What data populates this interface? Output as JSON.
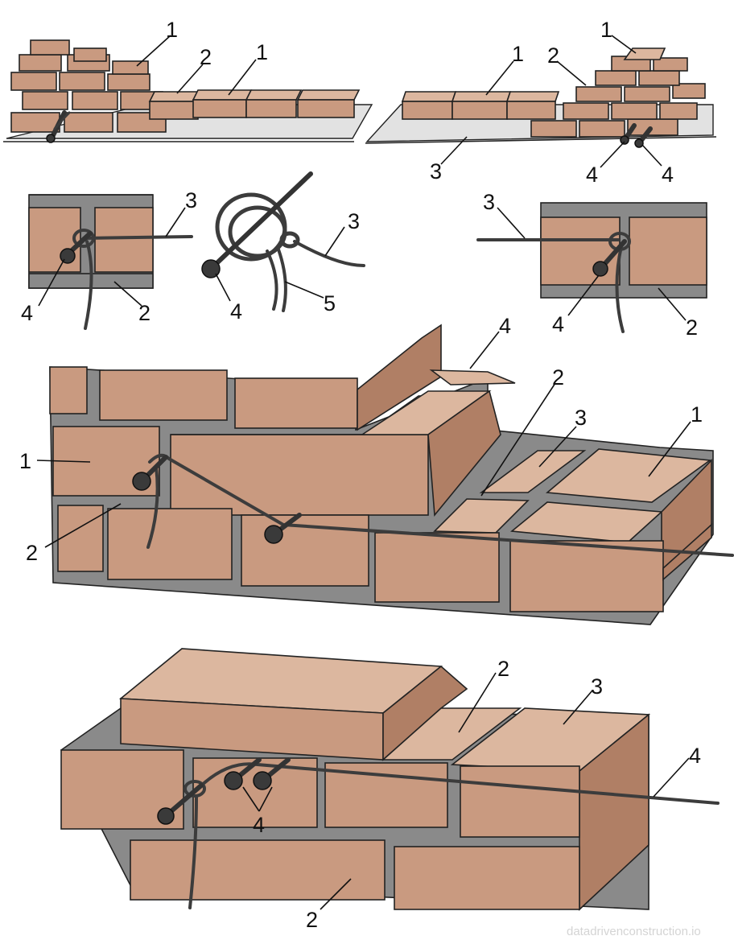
{
  "labels": {
    "one": "1",
    "two": "2",
    "three": "3",
    "four": "4",
    "five": "5"
  },
  "watermark": "datadrivenconstruction.io",
  "colors": {
    "brick_front": "#c99a80",
    "brick_top": "#dcb79f",
    "brick_side": "#b07f65",
    "mortar": "#8a8a8a",
    "cord": "#3c3c3c"
  }
}
